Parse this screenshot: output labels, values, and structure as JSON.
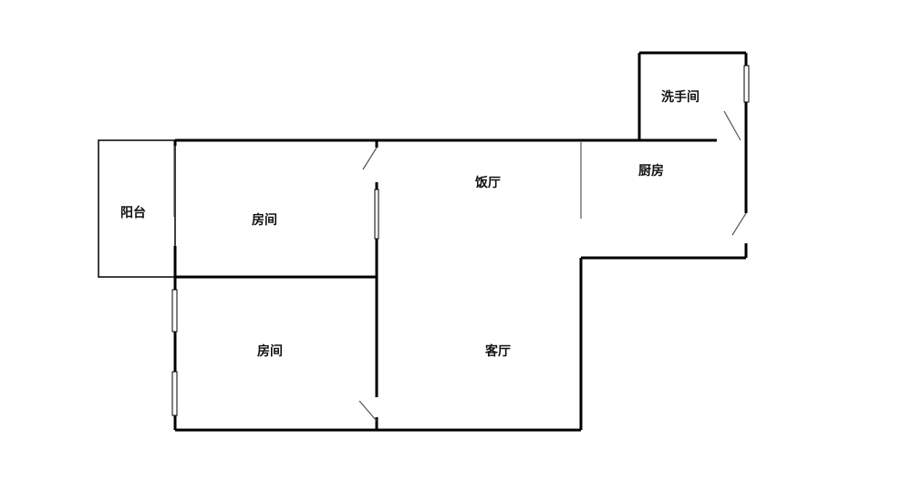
{
  "floor_plan": {
    "rooms": [
      {
        "id": "bathroom",
        "label": "洗手间"
      },
      {
        "id": "kitchen",
        "label": "厨房"
      },
      {
        "id": "dining",
        "label": "饭厅"
      },
      {
        "id": "balcony",
        "label": "阳台"
      },
      {
        "id": "bedroom1",
        "label": "房间"
      },
      {
        "id": "bedroom2",
        "label": "房间"
      },
      {
        "id": "living",
        "label": "客厅"
      }
    ],
    "colors": {
      "wall": "#000000",
      "thin": "#555555"
    }
  }
}
